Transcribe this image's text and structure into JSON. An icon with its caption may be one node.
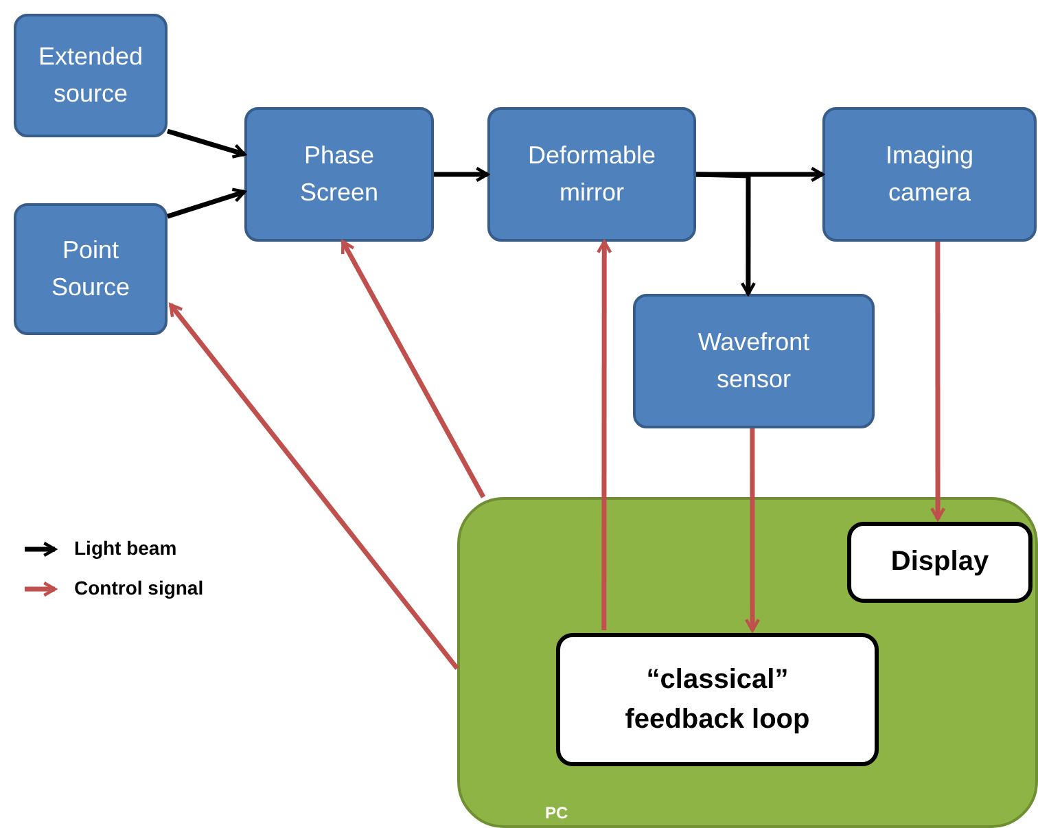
{
  "diagram": {
    "nodes": [
      {
        "text": [
          "Extended source"
        ]
      },
      {
        "text": [
          "Point Source"
        ]
      },
      {
        "text": [
          "Phase Screen"
        ]
      },
      {
        "text": [
          "Deformable mirror"
        ]
      },
      {
        "text": [
          "Imaging camera"
        ]
      },
      {
        "text": [
          "Wavefront sensor"
        ]
      },
      {
        "text": [
          "PC"
        ]
      },
      {
        "text": [
          "Display"
        ],
        "in": 6
      },
      {
        "text": [
          "“classical” feedback loop"
        ],
        "in": 6
      }
    ],
    "edges": [
      {
        "from": 0,
        "to": 2,
        "arrow": "to"
      },
      {
        "from": 1,
        "to": 2,
        "arrow": "to"
      },
      {
        "from": 2,
        "to": 3,
        "arrow": "to"
      },
      {
        "from": 3,
        "to": 4,
        "arrow": "to"
      },
      {
        "from": 3,
        "to": 5,
        "arrow": "to"
      },
      {
        "from": 6,
        "to": 1,
        "arrow": "to",
        "color": "#c0504d"
      },
      {
        "from": 6,
        "to": 2,
        "arrow": "to",
        "color": "#c0504d"
      },
      {
        "from": 8,
        "to": 3,
        "arrow": "to",
        "color": "#c0504d"
      },
      {
        "from": 5,
        "to": 8,
        "arrow": "to",
        "color": "#c0504d"
      },
      {
        "from": 4,
        "to": 7,
        "arrow": "to",
        "color": "#c0504d"
      }
    ],
    "legend": [
      {
        "text": "Light beam"
      },
      {
        "text": "Control signal"
      }
    ]
  }
}
